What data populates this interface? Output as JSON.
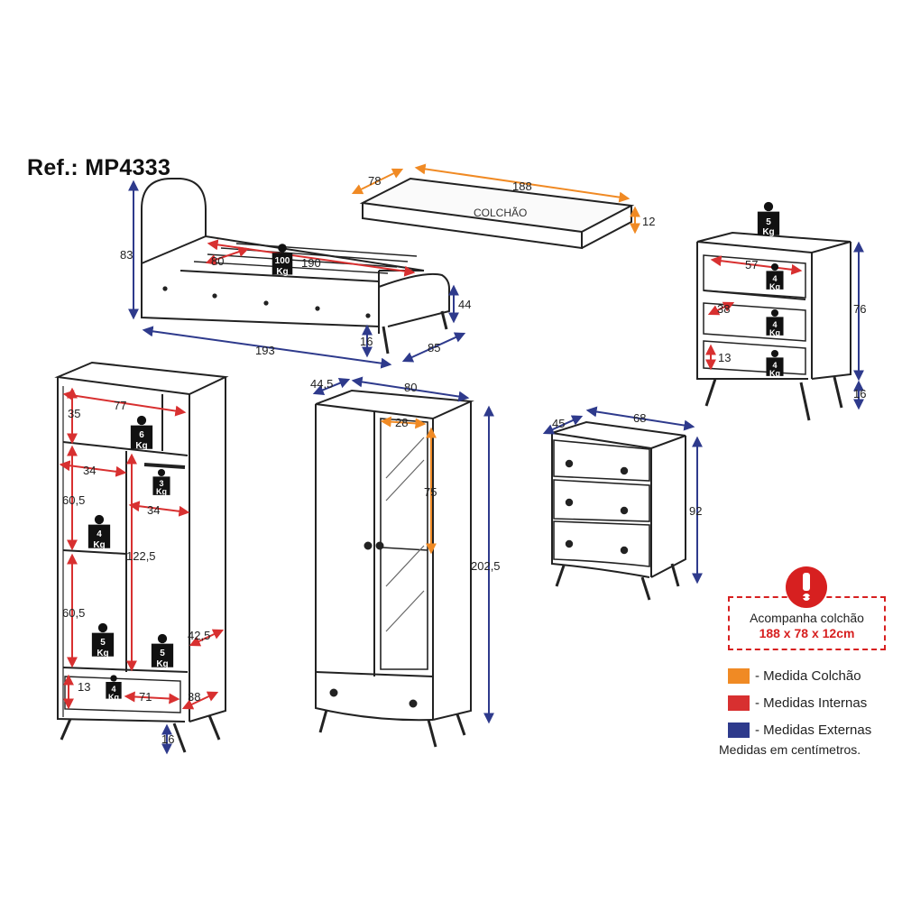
{
  "reference": "Ref.: MP4333",
  "colors": {
    "mattress": "#f08a24",
    "internal": "#d83030",
    "external": "#2e3a8c"
  },
  "mattress": {
    "label": "COLCHÃO",
    "depth": "78",
    "length": "188",
    "height": "12"
  },
  "bed": {
    "height": "83",
    "inner_width": "80",
    "inner_length": "190",
    "side_height": "44",
    "length": "193",
    "leg": "16",
    "depth": "85",
    "load_top": "100",
    "load_unit": "Kg"
  },
  "nightstand": {
    "inner_width": "57",
    "drawer_depth": "38",
    "drawer_height": "13",
    "height": "76",
    "leg": "16",
    "load_top": "5",
    "load_drawer": "4",
    "unit": "Kg"
  },
  "wardrobe_internal": {
    "width_top": "77",
    "top_height": "35",
    "left_width": "34",
    "right_width": "34",
    "shelf1": "60,5",
    "shelf2": "60,5",
    "hanging": "122,5",
    "depth": "42,5",
    "drawer_height": "13",
    "drawer_width": "71",
    "drawer_depth": "38",
    "leg": "16",
    "load_top": "6",
    "load_rod": "3",
    "load_shelf": "4",
    "load_bottom_left": "5",
    "load_bottom_right": "5",
    "load_drawer": "4",
    "unit": "Kg"
  },
  "wardrobe_external": {
    "depth": "44,5",
    "width": "80",
    "mirror_width": "28",
    "mirror_height": "75",
    "height": "202,5"
  },
  "dresser": {
    "depth": "45",
    "width": "68",
    "height": "92"
  },
  "notice": {
    "line1": "Acompanha colchão",
    "line2": "188 x 78 x 12cm"
  },
  "legend": [
    {
      "label": "- Medida Colchão",
      "color": "#f08a24"
    },
    {
      "label": "- Medidas Internas",
      "color": "#d83030"
    },
    {
      "label": "- Medidas Externas",
      "color": "#2e3a8c"
    }
  ],
  "footnote": "Medidas em centímetros."
}
